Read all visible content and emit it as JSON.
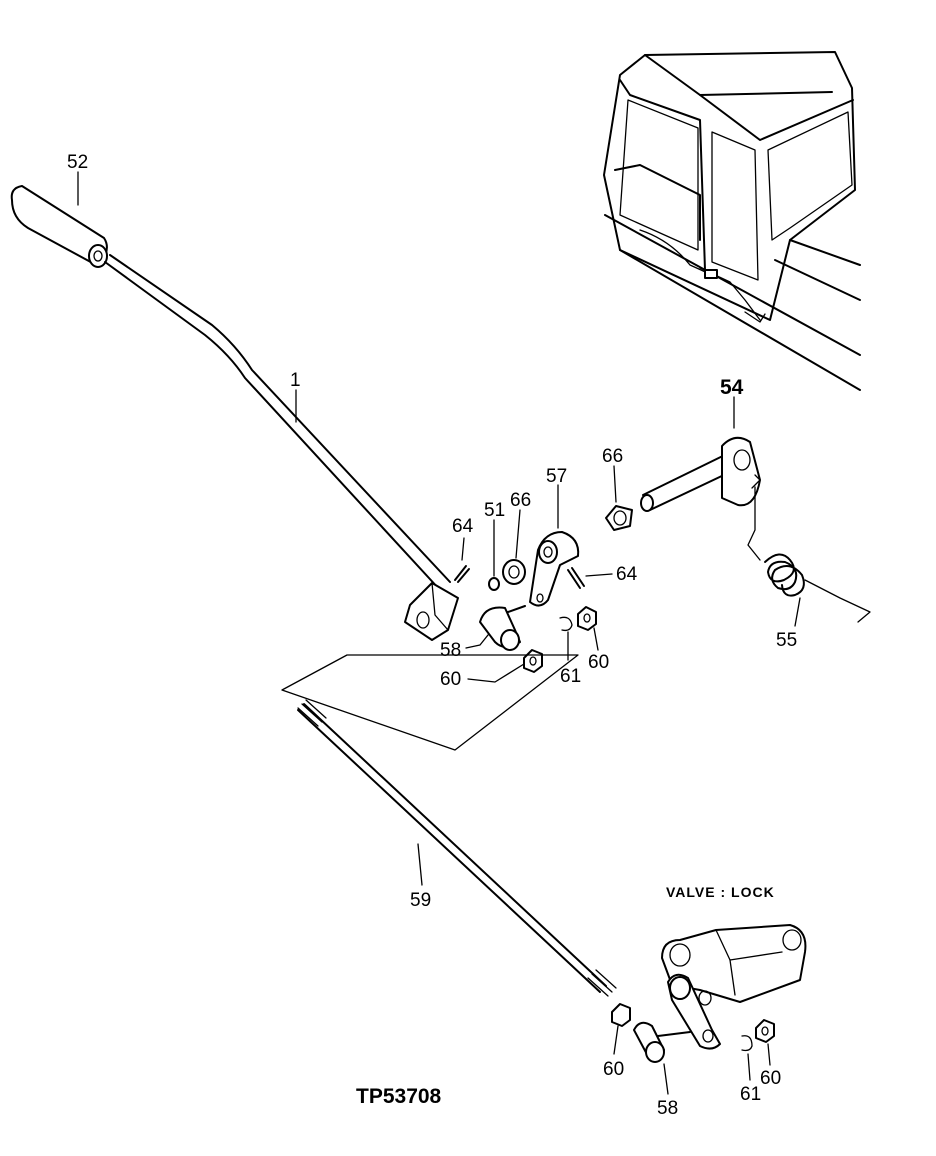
{
  "callouts": [
    {
      "id": "c52",
      "label": "52"
    },
    {
      "id": "c1",
      "label": "1"
    },
    {
      "id": "c54",
      "label": "54"
    },
    {
      "id": "c66a",
      "label": "66"
    },
    {
      "id": "c66b",
      "label": "66"
    },
    {
      "id": "c57",
      "label": "57"
    },
    {
      "id": "c51",
      "label": "51"
    },
    {
      "id": "c64a",
      "label": "64"
    },
    {
      "id": "c64b",
      "label": "64"
    },
    {
      "id": "c55",
      "label": "55"
    },
    {
      "id": "c58a",
      "label": "58"
    },
    {
      "id": "c60a",
      "label": "60"
    },
    {
      "id": "c61a",
      "label": "61"
    },
    {
      "id": "c60b",
      "label": "60"
    },
    {
      "id": "c59",
      "label": "59"
    },
    {
      "id": "c60c",
      "label": "60"
    },
    {
      "id": "c58b",
      "label": "58"
    },
    {
      "id": "c61b",
      "label": "61"
    },
    {
      "id": "c60d",
      "label": "60"
    }
  ],
  "valve_label": "VALVE : LOCK",
  "figure_code": "TP53708"
}
